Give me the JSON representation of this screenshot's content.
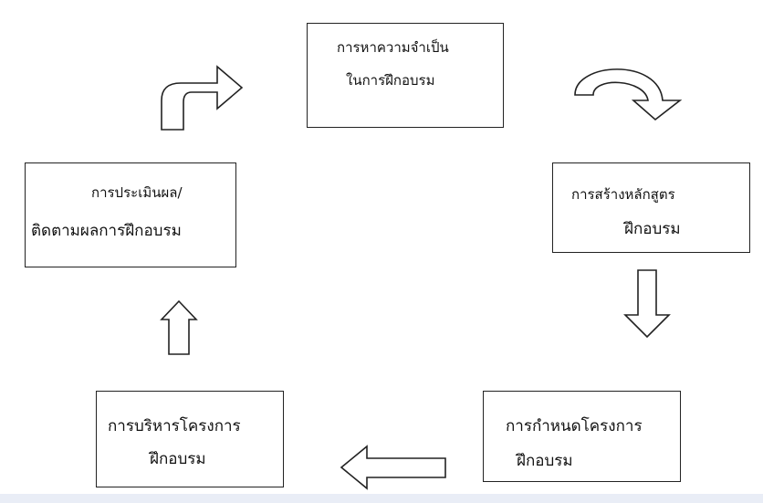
{
  "steps": {
    "needs": {
      "line1": "การหาความจำเป็น",
      "line2": "ในการฝึกอบรม"
    },
    "curriculum": {
      "line1": "การสร้างหลักสูตร",
      "line2": "ฝึกอบรม"
    },
    "project_define": {
      "line1": "การกำหนดโครงการ",
      "line2": "ฝึกอบรม"
    },
    "project_manage": {
      "line1": "การบริหารโครงการ",
      "line2": "ฝึกอบรม"
    },
    "evaluate": {
      "line1": "การประเมินผล/",
      "line2": "ติดตามผลการฝึกอบรม"
    }
  },
  "colors": {
    "stroke": "#222222",
    "box_fill": "#ffffff",
    "bottom_strip": "#e9edf6"
  },
  "icons": [
    "curved-arrow-up-right-icon",
    "curved-arrow-down-icon",
    "arrow-down-icon",
    "arrow-left-icon",
    "arrow-up-icon"
  ]
}
